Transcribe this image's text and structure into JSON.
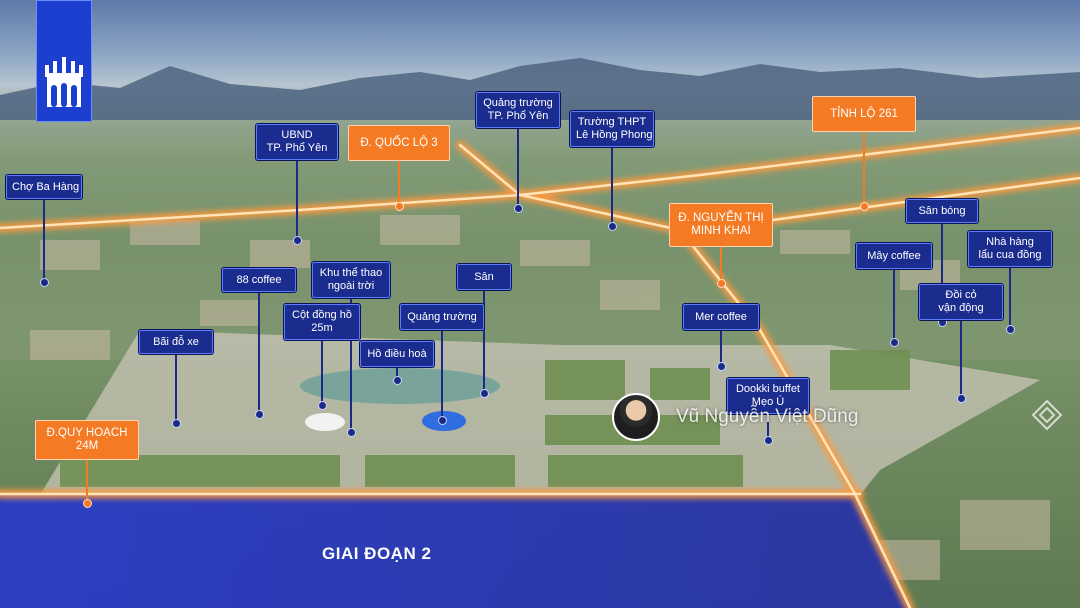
{
  "brand": {
    "logo_name": "palace-logo",
    "logo_color": "#1c3fd0"
  },
  "phase_label": "GIAI ĐOẠN 2",
  "watermark": {
    "name": "Vũ Nguyễn Việt Dũng"
  },
  "colors": {
    "road_glow": "#ff9a3c",
    "label_blue": "#1b2c8f",
    "label_orange": "#f57a24",
    "phase_zone": "#2a35b8"
  },
  "road_labels": [
    {
      "id": "quoc-lo-3",
      "text": "Đ. QUỐC LỘ 3"
    },
    {
      "id": "tinh-lo-261",
      "text": "TỈNH LỘ 261"
    },
    {
      "id": "nguyen-thi-minh-khai",
      "text": "Đ. NGUYỄN THỊ MINH KHAI"
    },
    {
      "id": "quy-hoach-24m",
      "text": "Đ.QUY HOẠCH 24M"
    }
  ],
  "poi_labels": [
    {
      "id": "cho-ba-hang",
      "text": "Chợ Ba Hàng"
    },
    {
      "id": "ubnd",
      "text": "UBND TP. Phổ Yên"
    },
    {
      "id": "quang-truong-pho-yen",
      "text": "Quảng trường TP. Phổ Yên"
    },
    {
      "id": "truong-thpt",
      "text": "Trường THPT Lê Hồng Phong"
    },
    {
      "id": "san-bong",
      "text": "Sân bóng"
    },
    {
      "id": "nha-hang",
      "text": "Nhà hàng lẩu cua đồng"
    },
    {
      "id": "may-coffee",
      "text": "Mây coffee"
    },
    {
      "id": "doi-co",
      "text": "Đồi cỏ vận động"
    },
    {
      "id": "88-coffee",
      "text": "88 coffee"
    },
    {
      "id": "khu-the-thao",
      "text": "Khu thể thao ngoài trời"
    },
    {
      "id": "san",
      "text": "Sân"
    },
    {
      "id": "cot-dong-ho",
      "text": "Cột đồng hồ 25m"
    },
    {
      "id": "quang-truong",
      "text": "Quảng trường"
    },
    {
      "id": "mer-coffee",
      "text": "Mer coffee"
    },
    {
      "id": "bai-do-xe",
      "text": "Bãi đỗ xe"
    },
    {
      "id": "ho-dieu-hoa",
      "text": "Hồ điều hoà"
    },
    {
      "id": "dookki",
      "text": "Dookki buffet Mẹo Ú"
    }
  ]
}
